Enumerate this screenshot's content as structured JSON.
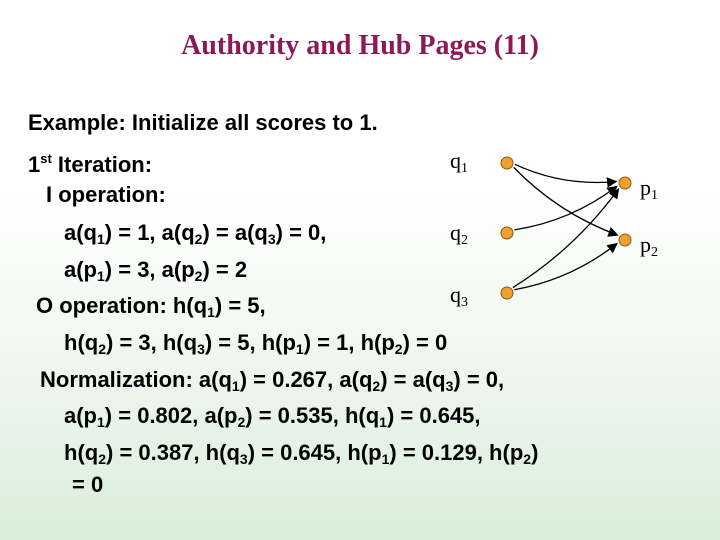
{
  "title": "Authority and Hub Pages (11)",
  "lines": {
    "l1": "Example: Initialize all scores to 1.",
    "l2_a": "1",
    "l2_sup": "st",
    "l2_b": " Iteration:",
    "l3": "I operation:",
    "l4": [
      "a(q",
      "1",
      ") = 1, a(q",
      "2",
      ") = a(q",
      "3",
      ") = 0,"
    ],
    "l5": [
      "a(p",
      "1",
      ") = 3, a(p",
      "2",
      ") = 2"
    ],
    "l6": [
      "O operation: h(q",
      "1",
      ") = 5,"
    ],
    "l7": [
      "h(q",
      "2",
      ") = 3, h(q",
      "3",
      ") = 5, h(p",
      "1",
      ") = 1, h(p",
      "2",
      ") = 0"
    ],
    "l8": [
      "Normalization: a(q",
      "1",
      ") = 0.267, a(q",
      "2",
      ") = a(q",
      "3",
      ") = 0,"
    ],
    "l9": [
      "a(p",
      "1",
      ") = 0.802, a(p",
      "2",
      ") = 0.535, h(q",
      "1",
      ") = 0.645,"
    ],
    "l10": [
      "h(q",
      "2",
      ") = 0.387, h(q",
      "3",
      ") = 0.645, h(p",
      "1",
      ") = 0.129, h(p",
      "2",
      ")"
    ],
    "l11": "= 0"
  },
  "graph": {
    "nodes": {
      "q1": [
        "q",
        "1"
      ],
      "q2": [
        "q",
        "2"
      ],
      "q3": [
        "q",
        "3"
      ],
      "p1": [
        "p",
        "1"
      ],
      "p2": [
        "p",
        "2"
      ]
    },
    "node_color": "#f0a030",
    "edges": [
      [
        "q1",
        "p1"
      ],
      [
        "q1",
        "p2"
      ],
      [
        "q2",
        "p1"
      ],
      [
        "q3",
        "p1"
      ],
      [
        "q3",
        "p2"
      ]
    ]
  }
}
